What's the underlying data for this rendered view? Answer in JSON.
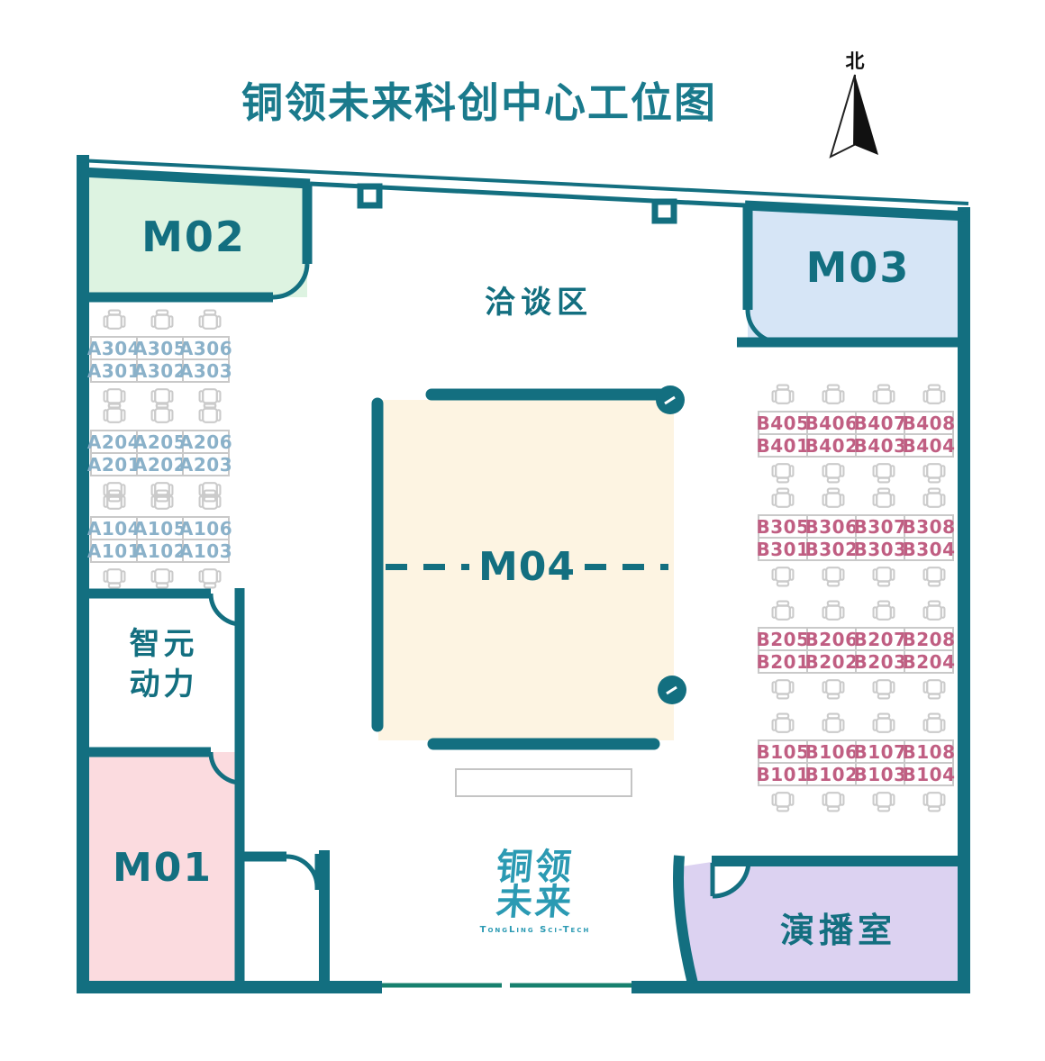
{
  "title": "铜领未来科创中心工位图",
  "compass": {
    "label": "北"
  },
  "rooms": {
    "m02": {
      "label": "M02",
      "fill": "#ddf3e1"
    },
    "m03": {
      "label": "M03",
      "fill": "#d6e5f6"
    },
    "m04": {
      "label": "M04",
      "fill": "#fdf4e2"
    },
    "m01": {
      "label": "M01",
      "fill": "#fbdbdf"
    },
    "negotiation": {
      "label": "洽谈区"
    },
    "zhiyuan": {
      "label": "智元动力",
      "line1": "智元",
      "line2": "动力"
    },
    "studio": {
      "label": "演播室",
      "fill": "#dcd2f1"
    }
  },
  "logo": {
    "line1": "铜领",
    "line2": "未来",
    "subtitle": "TongLing Sci-Tech"
  },
  "desk_groups": [
    {
      "id": "A3",
      "side": "left",
      "rows": [
        [
          "A304",
          "A305",
          "A306"
        ],
        [
          "A301",
          "A302",
          "A303"
        ]
      ]
    },
    {
      "id": "A2",
      "side": "left",
      "rows": [
        [
          "A204",
          "A205",
          "A206"
        ],
        [
          "A201",
          "A202",
          "A203"
        ]
      ]
    },
    {
      "id": "A1",
      "side": "left",
      "rows": [
        [
          "A104",
          "A105",
          "A106"
        ],
        [
          "A101",
          "A102",
          "A103"
        ]
      ]
    },
    {
      "id": "B4",
      "side": "right",
      "rows": [
        [
          "B405",
          "B406",
          "B407",
          "B408"
        ],
        [
          "B401",
          "B402",
          "B403",
          "B404"
        ]
      ]
    },
    {
      "id": "B3",
      "side": "right",
      "rows": [
        [
          "B305",
          "B306",
          "B307",
          "B308"
        ],
        [
          "B301",
          "B302",
          "B303",
          "B304"
        ]
      ]
    },
    {
      "id": "B2",
      "side": "right",
      "rows": [
        [
          "B205",
          "B206",
          "B207",
          "B208"
        ],
        [
          "B201",
          "B202",
          "B203",
          "B204"
        ]
      ]
    },
    {
      "id": "B1",
      "side": "right",
      "rows": [
        [
          "B105",
          "B106",
          "B107",
          "B108"
        ],
        [
          "B101",
          "B102",
          "B103",
          "B104"
        ]
      ]
    }
  ],
  "colors": {
    "wall": "#136f80",
    "title": "#1a7a8c",
    "desk_label_a": "#8ab1c9",
    "desk_label_b": "#c05e82",
    "chair": "#cbcbcb",
    "entrance_line": "#17806e",
    "logo": "#2b9ab3"
  }
}
